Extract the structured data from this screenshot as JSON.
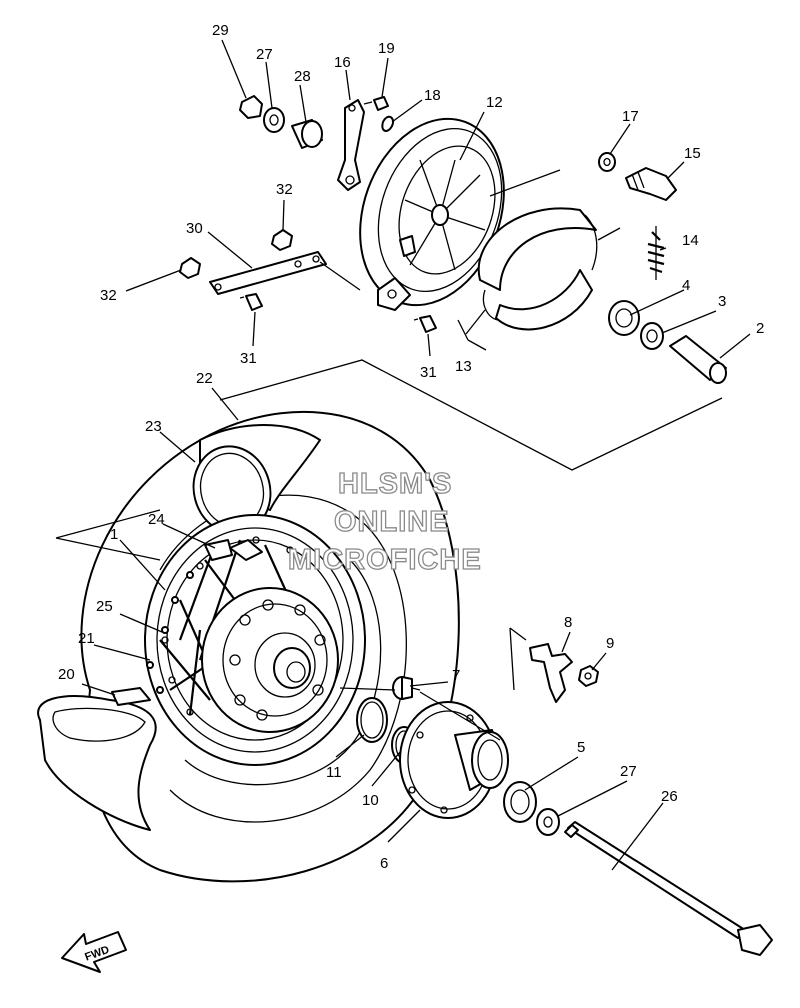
{
  "watermark": {
    "line1": "HLSM'S",
    "line2": "ONLINE",
    "line3": "MICROFICHE"
  },
  "direction_arrow": {
    "label": "FWD",
    "icon": "fwd-arrow-icon"
  },
  "callouts": {
    "c1": "1",
    "c2": "2",
    "c3": "3",
    "c4": "4",
    "c5": "5",
    "c6": "6",
    "c7": "7",
    "c8": "8",
    "c9": "9",
    "c10": "10",
    "c11": "11",
    "c12": "12",
    "c13": "13",
    "c14": "14",
    "c15": "15",
    "c16": "16",
    "c17": "17",
    "c18": "18",
    "c19": "19",
    "c20": "20",
    "c21": "21",
    "c22": "22",
    "c23": "23",
    "c24": "24",
    "c25": "25",
    "c26": "26",
    "c27a": "27",
    "c27b": "27",
    "c28": "28",
    "c29": "29",
    "c30": "30",
    "c31a": "31",
    "c31b": "31",
    "c32a": "32",
    "c32b": "32"
  }
}
